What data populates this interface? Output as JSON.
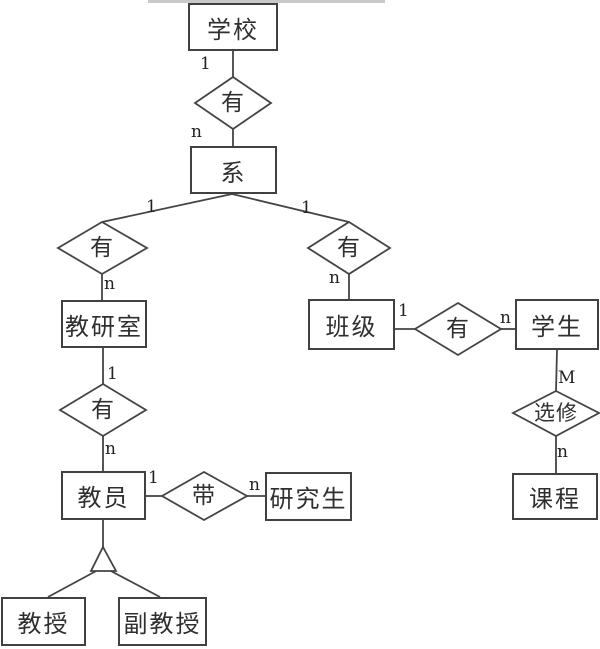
{
  "diagram": {
    "kind": "er-diagram",
    "language": "zh",
    "line_color": "#444444",
    "background": "#ffffff",
    "entities": [
      {
        "id": "school",
        "label": "学校"
      },
      {
        "id": "department",
        "label": "系"
      },
      {
        "id": "teaching-office",
        "label": "教研室"
      },
      {
        "id": "class",
        "label": "班级"
      },
      {
        "id": "student",
        "label": "学生"
      },
      {
        "id": "teacher",
        "label": "教员"
      },
      {
        "id": "graduate-student",
        "label": "研究生"
      },
      {
        "id": "course",
        "label": "课程"
      },
      {
        "id": "professor",
        "label": "教授"
      },
      {
        "id": "associate-professor",
        "label": "副教授"
      }
    ],
    "relationships": [
      {
        "id": "school-has-department",
        "label": "有",
        "from": "学校",
        "to": "系",
        "from_card": "1",
        "to_card": "n"
      },
      {
        "id": "department-has-office",
        "label": "有",
        "from": "系",
        "to": "教研室",
        "from_card": "1",
        "to_card": "n"
      },
      {
        "id": "department-has-class",
        "label": "有",
        "from": "系",
        "to": "班级",
        "from_card": "1",
        "to_card": "n"
      },
      {
        "id": "class-has-student",
        "label": "有",
        "from": "班级",
        "to": "学生",
        "from_card": "1",
        "to_card": "n"
      },
      {
        "id": "office-has-teacher",
        "label": "有",
        "from": "教研室",
        "to": "教员",
        "from_card": "1",
        "to_card": "n"
      },
      {
        "id": "teacher-leads-graduate",
        "label": "带",
        "from": "教员",
        "to": "研究生",
        "from_card": "1",
        "to_card": "n"
      },
      {
        "id": "student-takes-course",
        "label": "选修",
        "from": "学生",
        "to": "课程",
        "from_card": "M",
        "to_card": "n"
      }
    ],
    "specialization": {
      "parent": "教员",
      "children": [
        "教授",
        "副教授"
      ],
      "symbol": "triangle"
    }
  }
}
